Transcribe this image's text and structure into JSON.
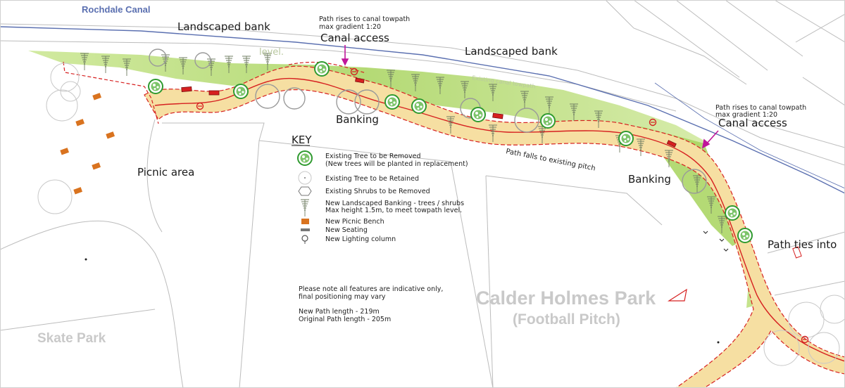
{
  "labels": {
    "canal_name": "Rochdale Canal",
    "landscaped_bank_1": "Landscaped bank",
    "landscaped_bank_2": "Landscaped bank",
    "level_note": "level.",
    "existing_towpath": "Existing canal towpath",
    "canal_access_1": {
      "note_line1": "Path rises to canal towpath",
      "note_line2": "max gradient 1:20",
      "title": "Canal access"
    },
    "canal_access_2": {
      "note_line1": "Path rises to canal towpath",
      "note_line2": "max gradient 1:20",
      "title": "Canal access"
    },
    "banking_1": "Banking",
    "banking_2": "Banking",
    "path_falls": "Path falls to existing pitch",
    "picnic_area": "Picnic area",
    "path_ties": "Path ties into",
    "skate_park": "Skate Park",
    "park_name": "Calder Holmes Park",
    "park_sub": "(Football Pitch)"
  },
  "key": {
    "title": "KEY",
    "items": [
      {
        "icon": "tree-removed-icon",
        "label": "Existing Tree to be Removed",
        "label2": "(New trees will be planted in replacement)"
      },
      {
        "icon": "tree-retained-icon",
        "label": "Existing Tree to be Retained",
        "label2": ""
      },
      {
        "icon": "shrub-removed-icon",
        "label": "Existing Shrubs to be Removed",
        "label2": ""
      },
      {
        "icon": "banking-icon",
        "label": "New Landscaped Banking - trees / shrubs",
        "label2": "Max height 1.5m, to meet towpath level."
      },
      {
        "icon": "picnic-bench-icon",
        "label": "New Picnic Bench",
        "label2": ""
      },
      {
        "icon": "seating-icon",
        "label": "New Seating",
        "label2": ""
      },
      {
        "icon": "lighting-column-icon",
        "label": "New Lighting column",
        "label2": ""
      }
    ]
  },
  "notes": {
    "line1": "Please note all features are indicative only,",
    "line2": "final positioning may vary",
    "new_path": "New Path length - 219m",
    "original_path": "Original Path length - 205m"
  },
  "colors": {
    "canal": "#5a6fb0",
    "bank_green": "#9fd15a",
    "path_fill": "#f6dfa2",
    "red_line": "#d62020",
    "tree_removed": "#2f9a2f",
    "bench": "#d9731f",
    "marker_arrow": "#c0169a"
  }
}
